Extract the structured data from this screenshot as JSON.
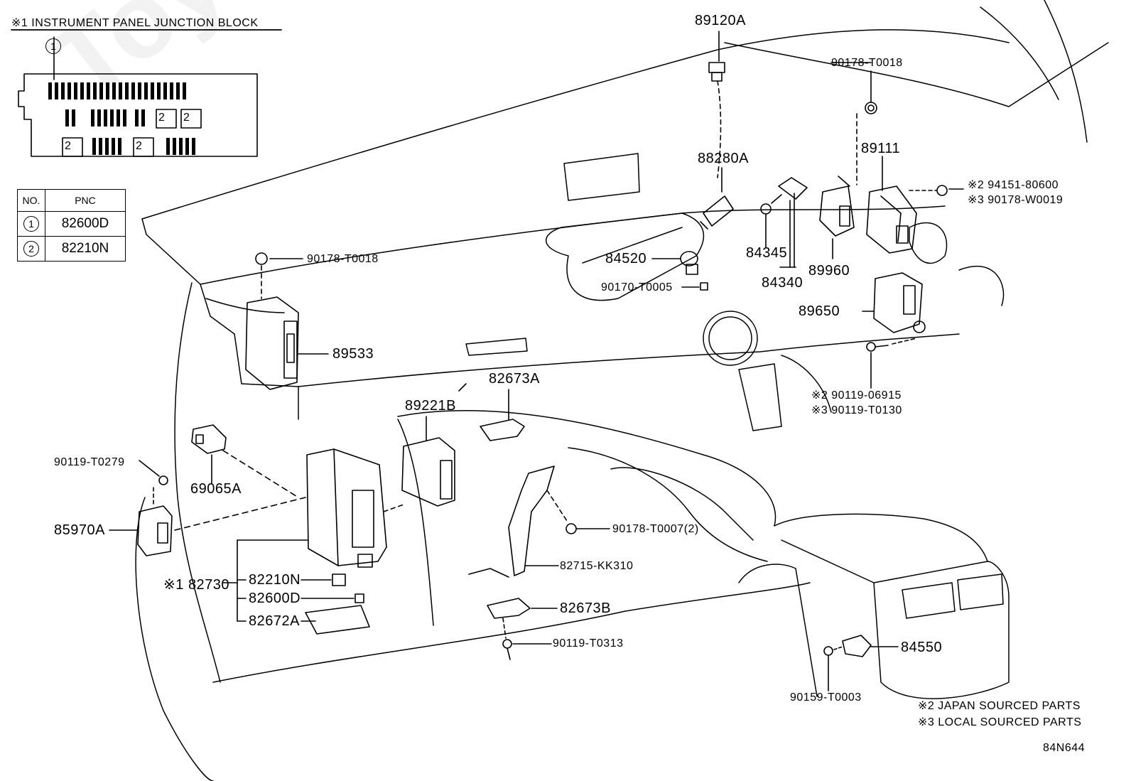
{
  "junction_block_title": "※1 INSTRUMENT PANEL JUNCTION BLOCK",
  "junction_block": {
    "callout": "1",
    "fuse_labels": [
      "2",
      "2",
      "2",
      "2"
    ]
  },
  "pnc_table": {
    "headers": [
      "NO.",
      "PNC"
    ],
    "rows": [
      {
        "no": "1",
        "pnc": "82600D"
      },
      {
        "no": "2",
        "pnc": "82210N"
      }
    ]
  },
  "parts": {
    "p89120A": "89120A",
    "p90178_T0018_top": "90178-T0018",
    "p89111": "89111",
    "p88280A": "88280A",
    "p94151_80600": "※2 94151-80600",
    "p90178_W0019": "※3 90178-W0019",
    "p90178_T0018_left": "90178-T0018",
    "p84520": "84520",
    "p84345": "84345",
    "p89960": "89960",
    "p84340": "84340",
    "p90170_T0005": "90170-T0005",
    "p89650": "89650",
    "p89533": "89533",
    "p82673A": "82673A",
    "p89221B": "89221B",
    "p90119_06915": "※2 90119-06915",
    "p90119_T0130": "※3 90119-T0130",
    "p90119_T0279": "90119-T0279",
    "p69065A": "69065A",
    "p85970A": "85970A",
    "p90178_T0007": "90178-T0007(2)",
    "p82730": "※1 82730",
    "p82210N": "82210N",
    "p82600D": "82600D",
    "p82672A": "82672A",
    "p82715_KK310": "82715-KK310",
    "p82673B": "82673B",
    "p90119_T0313": "90119-T0313",
    "p84550": "84550",
    "p90159_T0003": "90159-T0003"
  },
  "notes": {
    "japan": "※2 JAPAN SOURCED PARTS",
    "local": "※3 LOCAL SOURCED PARTS"
  },
  "diagram_id": "84N644",
  "watermark": "ToyotaCarWorld.ru"
}
